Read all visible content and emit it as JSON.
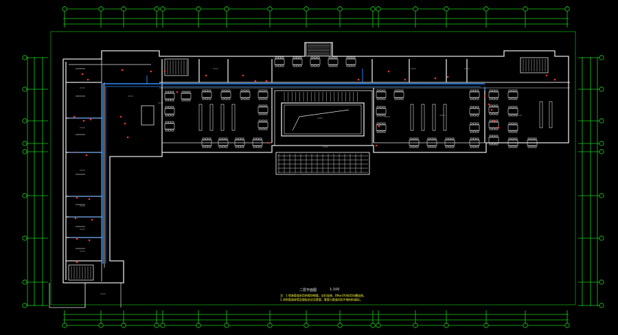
{
  "drawing": {
    "title": "二层平面图",
    "scale": "1:100",
    "note_line_1": "注：1.喷淋管道采用热镀锌钢管，丝扣连接，DN≥100采用沟槽连接。",
    "note_line_2": "2.消防管道穿墙及楼板处应设套管，套管与管道间用不燃材料填实。"
  },
  "colors": {
    "background": "#000000",
    "wall": "#e6e6e6",
    "dimension": "#19d219",
    "pipe": "#2f8fff",
    "device": "#ff3030",
    "note": "#ffff33"
  }
}
